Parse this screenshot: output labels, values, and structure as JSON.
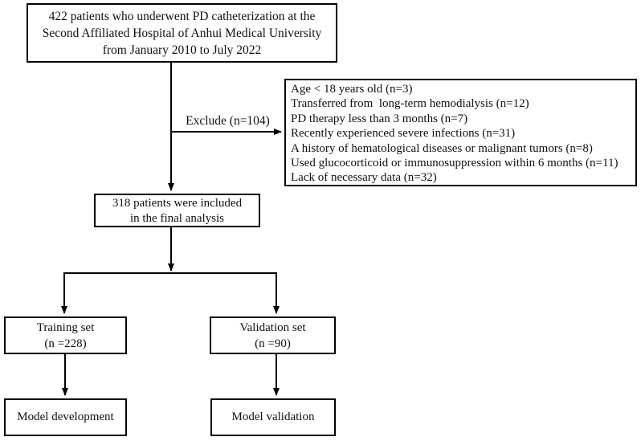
{
  "flowchart": {
    "top_box": {
      "lines": [
        "422 patients who underwent PD catheterization at the",
        "Second Affiliated Hospital of Anhui Medical University",
        "from January 2010 to July 2022"
      ]
    },
    "exclude_label": "Exclude (n=104)",
    "exclusion_box": {
      "items": [
        "Age < 18 years old (n=3)",
        "Transferred from  long-term hemodialysis (n=12)",
        "PD therapy less than 3 months (n=7)",
        "Recently experienced severe infections (n=31)",
        "A history of hematological diseases or malignant tumors (n=8)",
        "Used glucocorticoid or immunosuppression within 6 months (n=11)",
        "Lack of necessary data (n=32)"
      ]
    },
    "included_box": {
      "lines": [
        "318 patients were included",
        "in the final analysis"
      ]
    },
    "training_box": {
      "lines": [
        "Training set",
        "(n =228)"
      ]
    },
    "validation_box": {
      "lines": [
        "Validation set",
        "(n =90)"
      ]
    },
    "model_development_box": {
      "label": "Model development"
    },
    "model_validation_box": {
      "label": "Model validation"
    }
  },
  "colors": {
    "line": "#000000",
    "background": "#ffffff",
    "text": "#111111"
  }
}
